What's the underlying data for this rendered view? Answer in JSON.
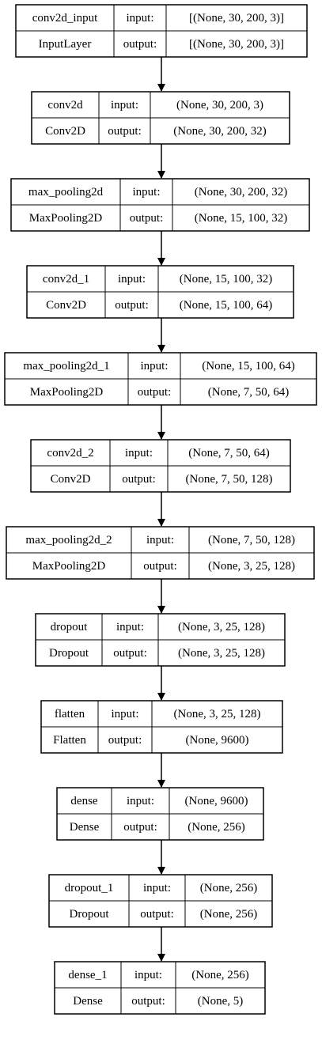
{
  "model_plot": {
    "input_label": "input:",
    "output_label": "output:",
    "layers": [
      {
        "name": "conv2d_input",
        "type": "InputLayer",
        "input": "[(None, 30, 200, 3)]",
        "output": "[(None, 30, 200, 3)]"
      },
      {
        "name": "conv2d",
        "type": "Conv2D",
        "input": "(None, 30, 200, 3)",
        "output": "(None, 30, 200, 32)"
      },
      {
        "name": "max_pooling2d",
        "type": "MaxPooling2D",
        "input": "(None, 30, 200, 32)",
        "output": "(None, 15, 100, 32)"
      },
      {
        "name": "conv2d_1",
        "type": "Conv2D",
        "input": "(None, 15, 100, 32)",
        "output": "(None, 15, 100, 64)"
      },
      {
        "name": "max_pooling2d_1",
        "type": "MaxPooling2D",
        "input": "(None, 15, 100, 64)",
        "output": "(None, 7, 50, 64)"
      },
      {
        "name": "conv2d_2",
        "type": "Conv2D",
        "input": "(None, 7, 50, 64)",
        "output": "(None, 7, 50, 128)"
      },
      {
        "name": "max_pooling2d_2",
        "type": "MaxPooling2D",
        "input": "(None, 7, 50, 128)",
        "output": "(None, 3, 25, 128)"
      },
      {
        "name": "dropout",
        "type": "Dropout",
        "input": "(None, 3, 25, 128)",
        "output": "(None, 3, 25, 128)"
      },
      {
        "name": "flatten",
        "type": "Flatten",
        "input": "(None, 3, 25, 128)",
        "output": "(None, 9600)"
      },
      {
        "name": "dense",
        "type": "Dense",
        "input": "(None, 9600)",
        "output": "(None, 256)"
      },
      {
        "name": "dropout_1",
        "type": "Dropout",
        "input": "(None, 256)",
        "output": "(None, 256)"
      },
      {
        "name": "dense_1",
        "type": "Dense",
        "input": "(None, 256)",
        "output": "(None, 5)"
      }
    ]
  }
}
